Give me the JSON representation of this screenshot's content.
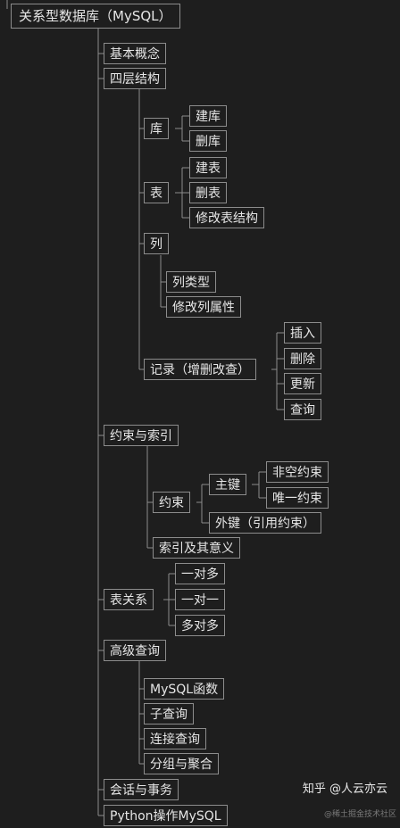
{
  "nodes": {
    "root": "关系型数据库（MySQL）",
    "basic": "基本概念",
    "four_layers": "四层结构",
    "lib": "库",
    "lib_create": "建库",
    "lib_delete": "删库",
    "table": "表",
    "table_create": "建表",
    "table_delete": "删表",
    "table_alter": "修改表结构",
    "column": "列",
    "col_type": "列类型",
    "col_attr": "修改列属性",
    "record": "记录（增删改查）",
    "rec_insert": "插入",
    "rec_delete": "删除",
    "rec_update": "更新",
    "rec_query": "查询",
    "constraint_index": "约束与索引",
    "constraint": "约束",
    "primary_key": "主键",
    "non_null": "非空约束",
    "unique": "唯一约束",
    "foreign_key": "外键（引用约束）",
    "index": "索引及其意义",
    "relation": "表关系",
    "one_many": "一对多",
    "one_one": "一对一",
    "many_many": "多对多",
    "advanced_query": "高级查询",
    "mysql_func": "MySQL函数",
    "subquery": "子查询",
    "join_query": "连接查询",
    "group_agg": "分组与聚合",
    "session_tx": "会话与事务",
    "python_mysql": "Python操作MySQL"
  },
  "watermark": {
    "main": "知乎 @人云亦云",
    "sub": "@稀土掘金技术社区"
  }
}
